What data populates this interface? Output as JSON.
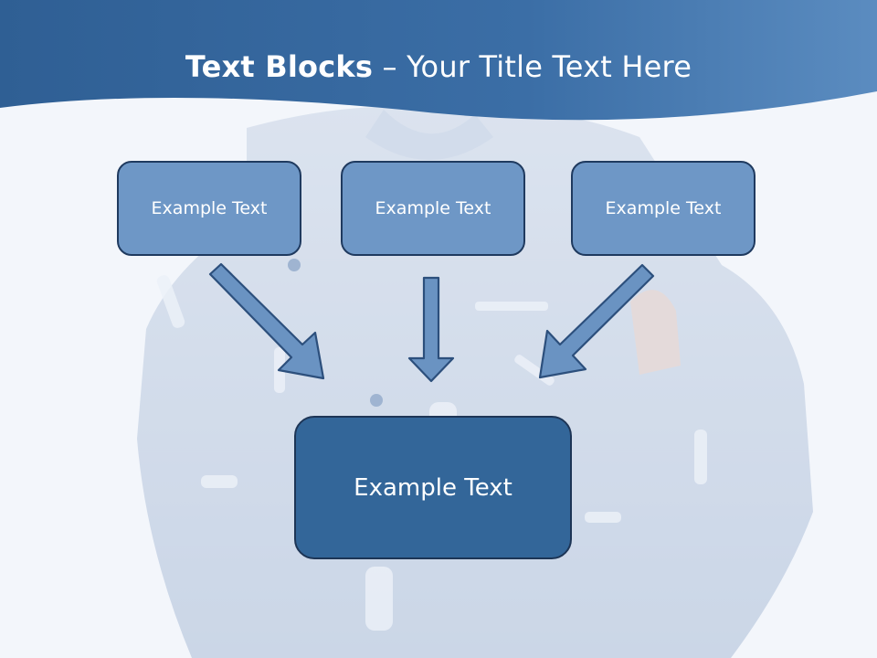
{
  "title": {
    "bold": "Text Blocks",
    "dash": " – ",
    "rest": "Your Title Text Here"
  },
  "blocks": [
    {
      "label": "Example Text"
    },
    {
      "label": "Example Text"
    },
    {
      "label": "Example Text"
    }
  ],
  "center_block": {
    "label": "Example Text"
  },
  "colors": {
    "header": "#3a6ea5",
    "box_light": "#6e97c6",
    "box_dark": "#336699",
    "border": "#1f3a5f"
  }
}
